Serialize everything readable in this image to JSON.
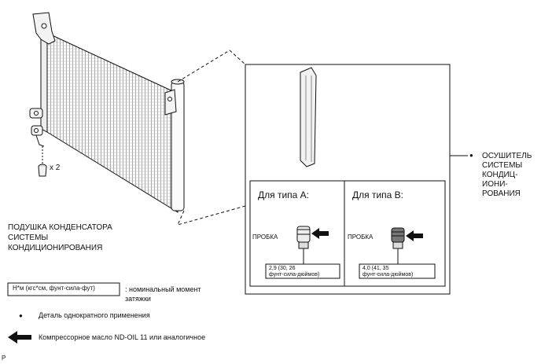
{
  "parts": {
    "condenser_cushion": {
      "label": "ПОДУШКА КОНДЕНСАТОРА\nСИСТЕМЫ\nКОНДИЦИОНИРОВАНИЯ",
      "quantity": "x 2"
    },
    "dryer": {
      "bullet": "●",
      "label": "ОСУШИТЕЛЬ\nСИСТЕМЫ\nКОНДИЦ-\nИОНИ-\nРОВАНИЯ"
    }
  },
  "type_a": {
    "title": "Для типа A:",
    "plug_label": "ПРОБКА",
    "torque": "2,9 (30, 26\nфунт-сила-дюймов)"
  },
  "type_b": {
    "title": "Для типа B:",
    "plug_label": "ПРОБКА",
    "torque": "4,0 (41, 35\nфунт-сила-дюймов)"
  },
  "legend": {
    "torque_box": "Н*м (кгс*см, фунт-сила-фут)",
    "torque_desc": ": номинальный момент\nзатяжки",
    "non_reusable_bullet": "●",
    "non_reusable": "Деталь однократного применения",
    "oil": "Компрессорное масло ND-OIL 11 или аналогичное"
  },
  "corner_mark": "P"
}
